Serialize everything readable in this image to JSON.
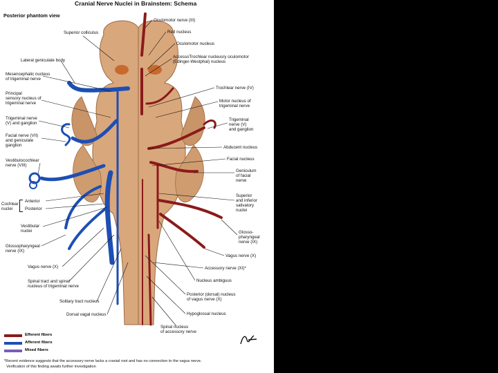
{
  "title": "Cranial Nerve Nuclei in Brainstem: Schema",
  "subtitle": "Posterior phantom view",
  "colors": {
    "efferent": "#8b1a1a",
    "afferent": "#1d4fb3",
    "mixed": "#7a5cb8",
    "tissue": "#d9a77c"
  },
  "labels": {
    "superior_colliculus": "Superior colliculus",
    "lateral_geniculate": "Lateral geniculate body",
    "mesencephalic_nucleus": "Mesencephalic nucleus\nof trigeminal nerve",
    "principal_sensory": "Principal\nsensory nucleus of\ntrigeminal nerve",
    "trigeminal_left": "Trigeminal nerve\n(V) and ganglion",
    "facial_nerve": "Facial nerve (VII)\nand geniculate\nganglion",
    "vestibulocochlear": "Vestibulocochlear\nnerve (VIII)",
    "cochlear_nuclei": "Cochlear\nnuclei",
    "anterior": "Anterior",
    "posterior": "Posterior",
    "vestibular_nuclei": "Vestibular\nnuclei",
    "glossopharyngeal_left": "Glossopharyngeal\nnerve (IX)",
    "vagus_left": "Vagus nerve (X)",
    "spinal_tract": "Spinal tract and spinal\nnucleus of trigeminal nerve",
    "solitary_tract": "Solitary tract nucleus",
    "dorsal_vagal": "Dorsal vagal nucleus",
    "spinal_accessory": "Spinal nucleus\nof accessory nerve",
    "oculomotor_nerve": "Oculomotor nerve (III)",
    "red_nucleus": "Red nucleus",
    "oculomotor_nucleus": "Oculomotor nucleus",
    "accessory_oculomotor": "AccessoTrochlear nucleusry oculomotor\n(Edinger-Westphal) nucleus",
    "trochlear_nerve": "Trochlear nerve (IV)",
    "motor_nucleus": "Motor nucleus of\ntrigeminal nerve",
    "trigeminal_right": "Trigeminal\nnerve (V)\nand ganglion",
    "abducent_nucleus": "Abducent nucleus",
    "facial_nucleus": "Facial nucleus",
    "geniculum": "Geniculum\nof facial\nnerve",
    "salivatory": "Superior\nand inferior\nsalivatory\nnuclei",
    "glossopharyngeal_right": "Glosso-\npharyngeal\nnerve (IX)",
    "vagus_right": "Vagus nerve (X)",
    "accessory_nerve": "Accessory nerve (XI)*",
    "nucleus_ambiguus": "Nucleus ambiguus",
    "posterior_vagal": "Posterior (dorsal) nucleus\nof vagus nerve (X)",
    "hypoglossal": "Hypoglossal nucleus"
  },
  "legend": [
    {
      "label": "Efferent fibers",
      "color": "#8b1a1a"
    },
    {
      "label": "Afferent fibers",
      "color": "#1d4fb3"
    },
    {
      "label": "Mixed fibers",
      "color": "#7a5cb8"
    }
  ],
  "footnote": "*Recent evidence suggests that the accessory nerve lacks a cranial root and has no connection to the vagus nerve.\n  Verification of this finding awaits further investigation",
  "signature": "F.Netter"
}
